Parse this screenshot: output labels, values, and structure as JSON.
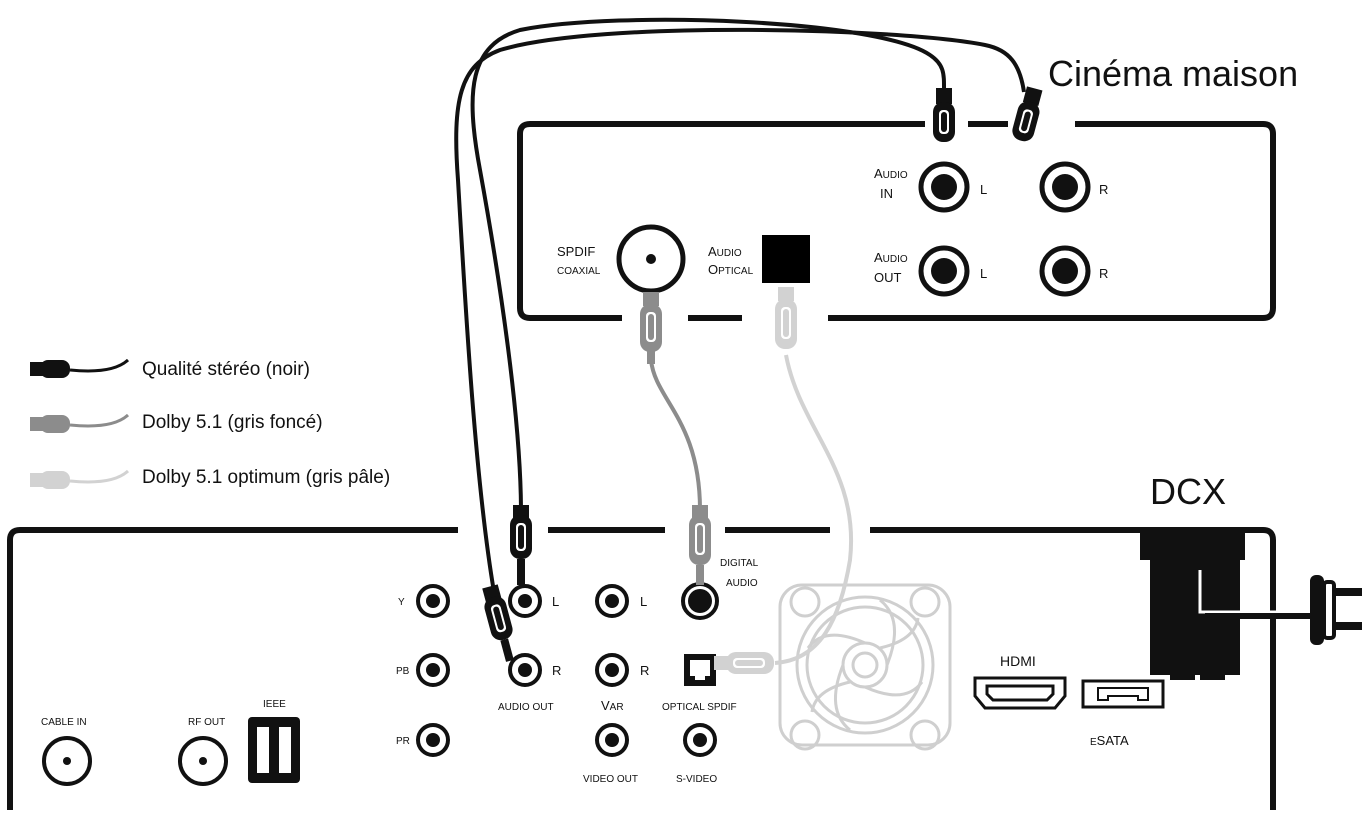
{
  "titles": {
    "home_theater": "Cinéma maison",
    "dcx": "DCX"
  },
  "legend": [
    {
      "label": "Qualité stéréo (noir)",
      "color": "#111111"
    },
    {
      "label": "Dolby 5.1 (gris foncé)",
      "color": "#8c8c8c"
    },
    {
      "label": "Dolby 5.1 optimum (gris pâle)",
      "color": "#d2d2d2"
    }
  ],
  "home_theater": {
    "audio_in": "Audio IN",
    "audio_in_cap": "A",
    "audio_in_small": "UDIO",
    "audio_in_line2": "IN",
    "audio_out_cap": "A",
    "audio_out_small": "UDIO",
    "audio_out_line2": "OUT",
    "left": "L",
    "right": "R",
    "spdif_line1": "SPDIF",
    "spdif_line2": "COAXIAL",
    "optical_cap1": "A",
    "optical_small1": "UDIO",
    "optical_cap2": "O",
    "optical_small2": "PTICAL"
  },
  "dcx": {
    "cable_in": "CABLE IN",
    "rf_out": "RF OUT",
    "ieee": "IEEE",
    "y": "Y",
    "pb": "PB",
    "pr": "PR",
    "left": "L",
    "right": "R",
    "audio_out": "AUDIO OUT",
    "var_cap": "V",
    "var_small": "AR",
    "video_out": "VIDEO OUT",
    "digital_line1": "DIGITAL",
    "digital_line2": "AUDIO",
    "optical_spdif": "OPTICAL SPDIF",
    "s_video": "S-VIDEO",
    "hdmi": "HDMI",
    "esata_small": "E",
    "esata_cap": "SATA"
  },
  "colors": {
    "black_cable": "#111111",
    "dark_grey_cable": "#8c8c8c",
    "light_grey_cable": "#d2d2d2",
    "device_outline": "#111111",
    "fan": "#cfcfcf"
  }
}
